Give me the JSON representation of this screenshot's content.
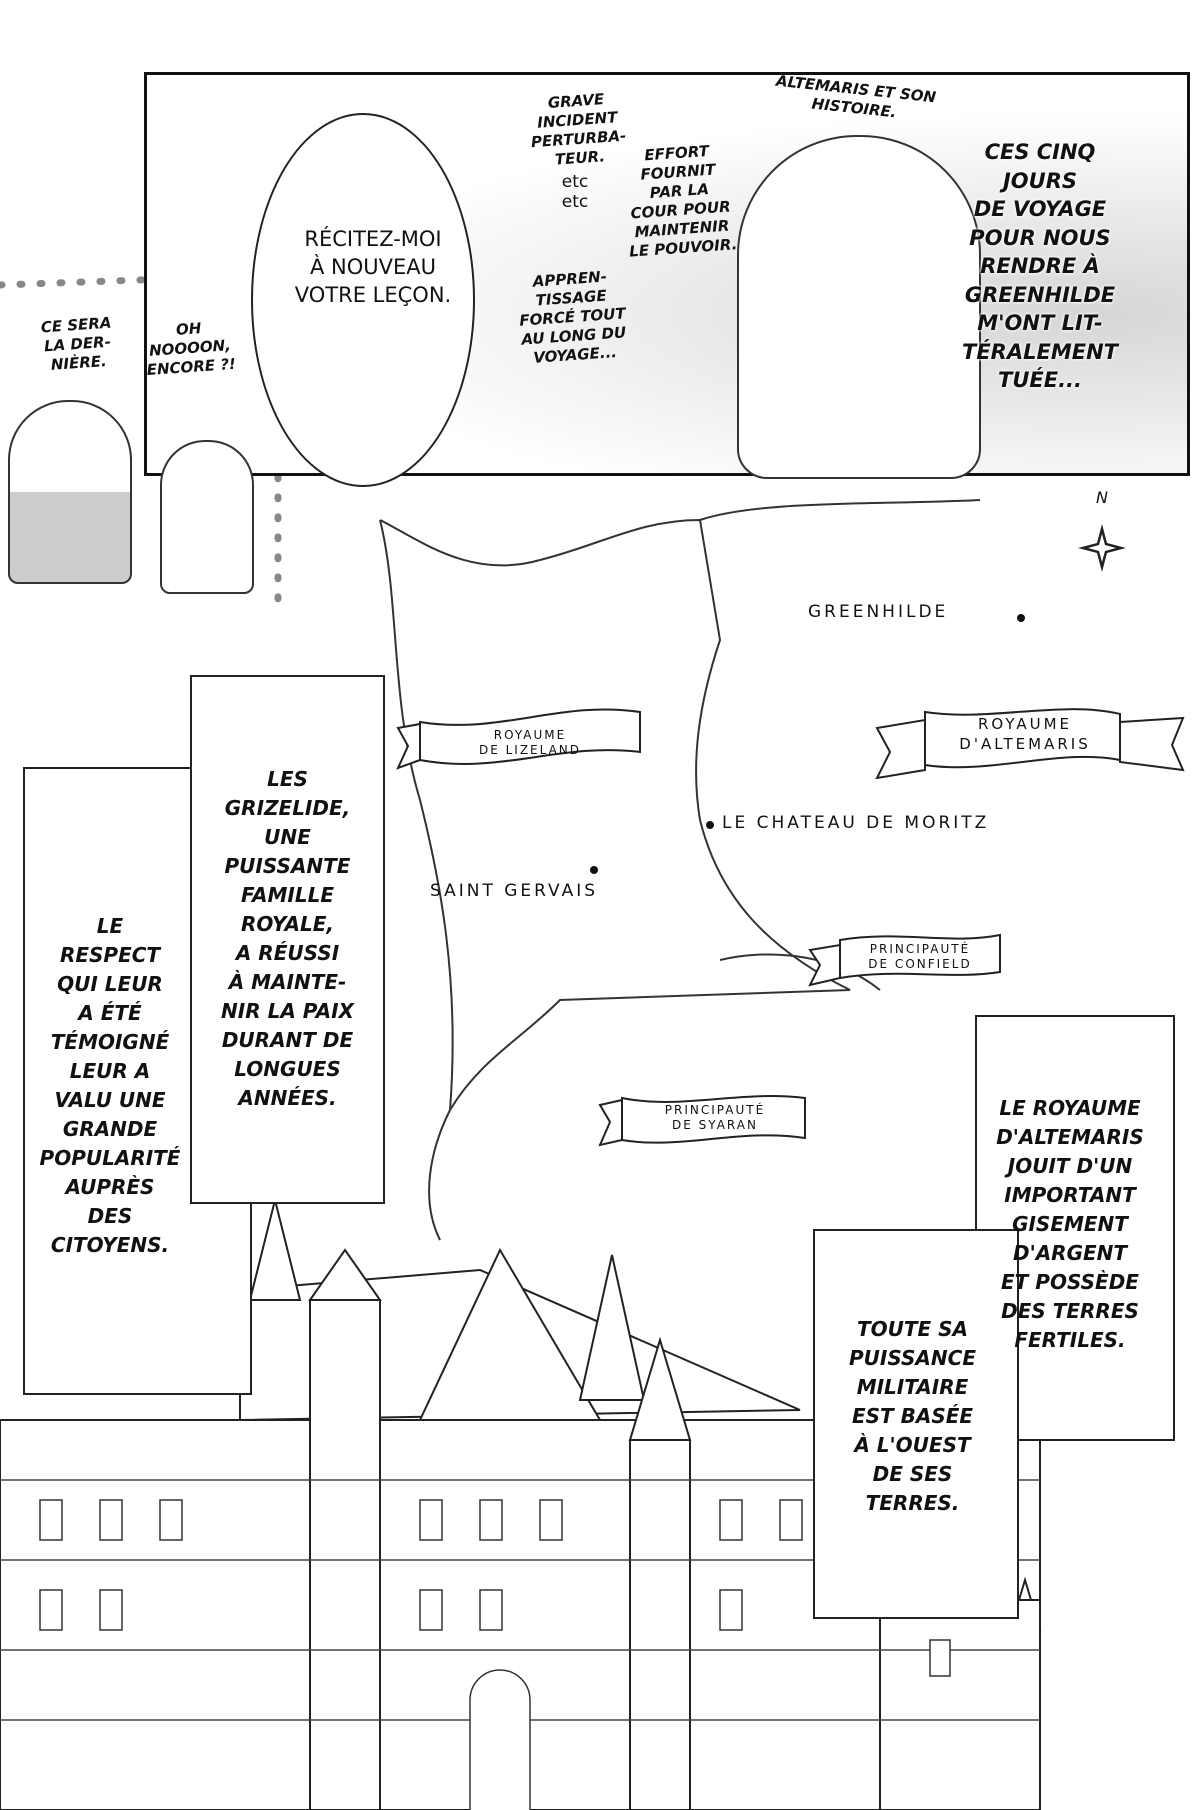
{
  "top_panel": {
    "speech_bubble": "RÉCITEZ-MOI\nÀ NOUVEAU\nVOTRE LEÇON.",
    "note_grave": "GRAVE\nINCIDENT\nPERTURBA-\nTEUR.",
    "note_etc": "etc\netc",
    "note_effort": "EFFORT\nFOURNIT\nPAR LA\nCOUR POUR\nMAINTENIR\nLE POUVOIR.",
    "note_apprentissage": "APPREN-\nTISSAGE\nFORCÉ TOUT\nAU LONG DU\nVOYAGE...",
    "note_altemaris": "ALTEMARIS ET SON\nHISTOIRE.",
    "monologue": "CES CINQ\nJOURS\nDE VOYAGE\nPOUR NOUS\nRENDRE À\nGREENHILDE\nM'ONT LIT-\nTÉRALEMENT\nTUÉE..."
  },
  "inset_panel": {
    "line_1": "CE SERA\nLA DER-\nNIÈRE.",
    "line_2": "OH\nNOOOON,\nENCORE ?!"
  },
  "map": {
    "compass": "N",
    "greenhilde": "GREENHILDE",
    "royaume_lizeland": "ROYAUME\nDE LIZELAND",
    "royaume_altemaris": "ROYAUME\nD'ALTEMARIS",
    "chateau_moritz": "LE CHATEAU DE MORITZ",
    "saint_gervais": "SAINT GERVAIS",
    "principaute_confield": "PRINCIPAUTÉ\nDE CONFIELD",
    "principaute_syaran": "PRINCIPAUTÉ\nDE SYARAN"
  },
  "narration": {
    "respect": "LE\nRESPECT\nQUI LEUR\nA ÉTÉ\nTÉMOIGNÉ\nLEUR A\nVALU UNE\nGRANDE\nPOPULARITÉ\nAUPRÈS\nDES\nCITOYENS.",
    "grizelide": "LES\nGRIZELIDE,\nUNE\nPUISSANTE\nFAMILLE\nROYALE,\nA RÉUSSI\nÀ MAINTE-\nNIR LA PAIX\nDURANT DE\nLONGUES\nANNÉES.",
    "altemaris": "LE ROYAUME\nD'ALTEMARIS\nJOUIT D'UN\nIMPORTANT\nGISEMENT\nD'ARGENT\nET POSSÈDE\nDES TERRES\nFERTILES.",
    "militaire": "TOUTE SA\nPUISSANCE\nMILITAIRE\nEST BASÉE\nÀ L'OUEST\nDE SES\nTERRES."
  }
}
